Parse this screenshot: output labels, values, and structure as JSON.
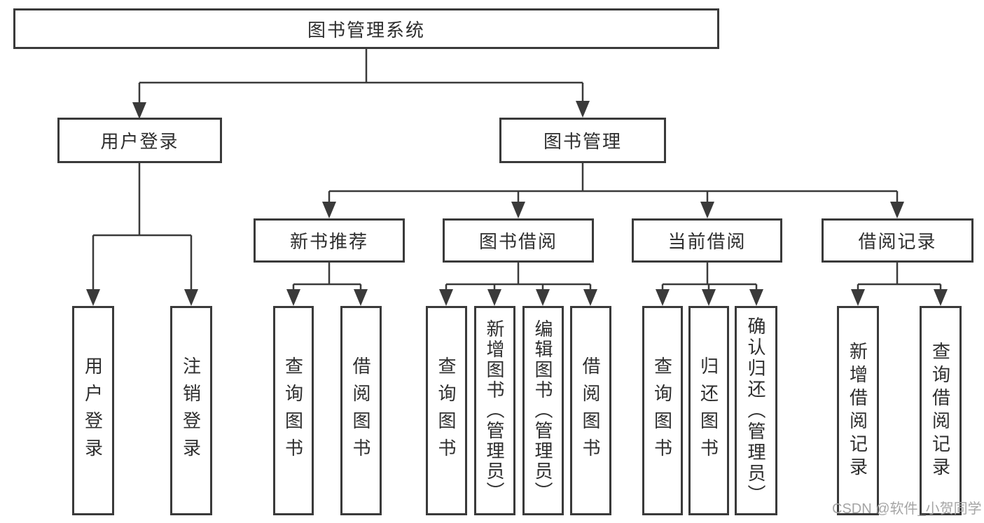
{
  "diagram": {
    "root": {
      "label": "图书管理系统",
      "children": [
        {
          "label": "用户登录",
          "children": [
            {
              "label": "用户登录"
            },
            {
              "label": "注销登录"
            }
          ]
        },
        {
          "label": "图书管理",
          "children": [
            {
              "label": "新书推荐",
              "children": [
                {
                  "label": "查询图书"
                },
                {
                  "label": "借阅图书"
                }
              ]
            },
            {
              "label": "图书借阅",
              "children": [
                {
                  "label": "查询图书"
                },
                {
                  "label": "新增图书（管理员）"
                },
                {
                  "label": "编辑图书（管理员）"
                },
                {
                  "label": "借阅图书"
                }
              ]
            },
            {
              "label": "当前借阅",
              "children": [
                {
                  "label": "查询图书"
                },
                {
                  "label": "归还图书"
                },
                {
                  "label": "确认归还（管理员）"
                }
              ]
            },
            {
              "label": "借阅记录",
              "children": [
                {
                  "label": "新增借阅记录"
                },
                {
                  "label": "查询借阅记录"
                }
              ]
            }
          ]
        }
      ]
    }
  },
  "colors": {
    "line": "#3a3a3a",
    "box_border": "#3a3a3a",
    "text": "#2e2e2e",
    "background": "#ffffff",
    "watermark": "#a5a5a5"
  },
  "watermark": {
    "text": "CSDN @软件_小贺同学"
  }
}
